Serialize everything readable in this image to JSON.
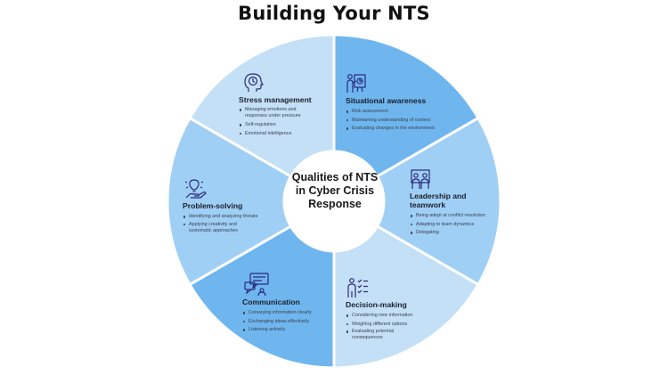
{
  "title": "Building Your NTS",
  "center": {
    "line1": "Qualities of NTS",
    "line2": "in Cyber Crisis",
    "line3": "Response"
  },
  "colors": {
    "light": "#c4e0f7",
    "medium": "#9fcff5",
    "dark": "#6fb6ef",
    "icon": "#2a2a7a",
    "center_fill": "#ffffff"
  },
  "segments": [
    {
      "heading": "Situational awareness",
      "icon": "presentation-board-icon",
      "items": [
        "Risk assessment",
        "Maintaining understanding of context",
        "Evaluating changes in the environment"
      ]
    },
    {
      "heading_line1": "Leadership and",
      "heading_line2": "teamwork",
      "icon": "team-leader-icon",
      "items": [
        "Being adept at conflict resolution",
        "Adapting to team dynamics",
        "Delegating"
      ]
    },
    {
      "heading": "Decision-making",
      "icon": "checklist-person-icon",
      "items": [
        "Considering new information",
        "Weighing different options",
        "Evaluating potential consequences"
      ]
    },
    {
      "heading": "Communication",
      "icon": "chat-bubbles-icon",
      "items": [
        "Conveying information clearly",
        "Exchanging ideas effectively",
        "Listening actively"
      ]
    },
    {
      "heading": "Problem-solving",
      "icon": "lightbulb-hand-icon",
      "items": [
        "Identifying and analyzing threats",
        "Applying creativity and systematic approaches"
      ]
    },
    {
      "heading": "Stress management",
      "icon": "head-clock-icon",
      "items": [
        "Managing emotions and responses under pressure",
        "Self-regulation",
        "Emotional intelligence"
      ]
    }
  ]
}
